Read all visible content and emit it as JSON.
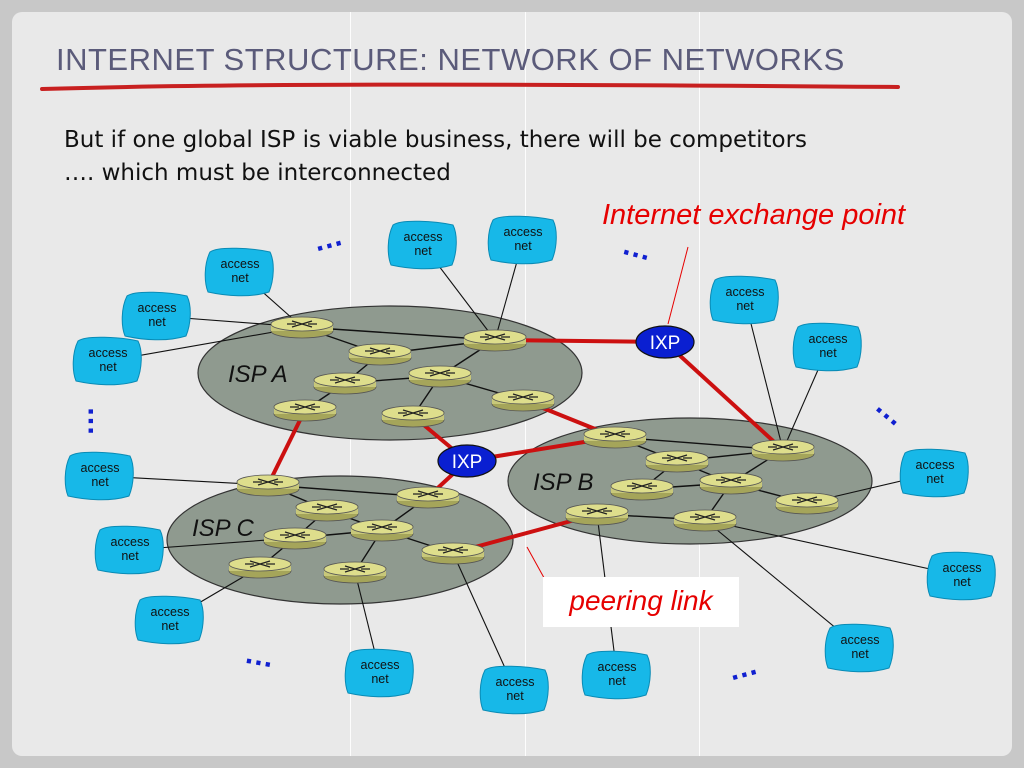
{
  "title": "INTERNET STRUCTURE: NETWORK OF NETWORKS",
  "subtitle": {
    "line1": "But if one global ISP is viable business, there will be competitors",
    "line2": "….  which must be interconnected"
  },
  "labels": {
    "ixp_callout": "Internet exchange point",
    "peering_callout": "peering link",
    "isp_a": "ISP A",
    "isp_b": "ISP B",
    "isp_c": "ISP C",
    "ixp": "IXP",
    "access_line1": "access",
    "access_line2": "net",
    "ellipsis": "…"
  },
  "colors": {
    "isp_fill": "#8f9a8f",
    "access_fill": "#17b8e8",
    "ixp_fill": "#0a1fd1",
    "link": "#cc1010",
    "router": "#dede8c",
    "ellipsis": "#1020d0",
    "callout": "#e60000"
  }
}
